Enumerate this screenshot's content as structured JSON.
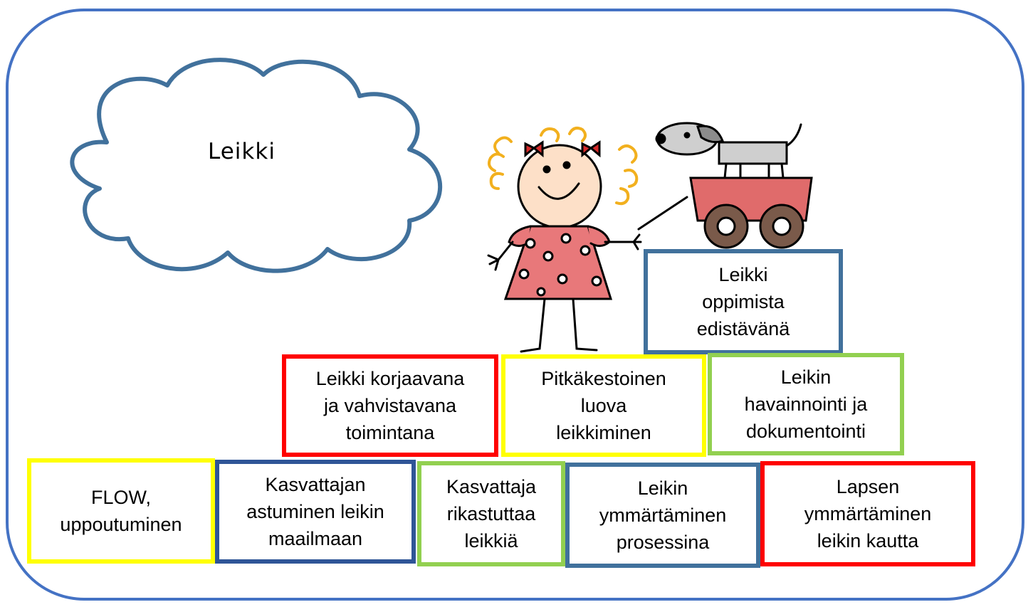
{
  "cloud": {
    "label": "Leikki"
  },
  "colors": {
    "frame": "#4472c4",
    "red": "#ff0000",
    "yellow": "#ffff00",
    "green": "#92d050",
    "steel": "#41719c",
    "navy": "#2f5597"
  },
  "blocks": {
    "top": {
      "text": "Leikki\noppimista\nedistävänä"
    },
    "mid_left": {
      "text": "Leikki korjaavana\nja vahvistavana\ntoimintana"
    },
    "mid_center": {
      "text": "Pitkäkestoinen\nluova\nleikkiminen"
    },
    "mid_right": {
      "text": "Leikin\nhavainnointi ja\ndokumentointi"
    },
    "bottom_1": {
      "text": "FLOW,\nuppoutuminen"
    },
    "bottom_2": {
      "text": "Kasvattajan\nastuminen leikin\nmaailmaan"
    },
    "bottom_3": {
      "text": "Kasvattaja\nrikastuttaa\nleikkiä"
    },
    "bottom_4": {
      "text": "Leikin\nymmärtäminen\nprosessina"
    },
    "bottom_5": {
      "text": "Lapsen\nymmärtäminen\nleikin kautta"
    }
  },
  "illustrations": [
    "girl-illustration",
    "dog-in-wagon-illustration"
  ]
}
